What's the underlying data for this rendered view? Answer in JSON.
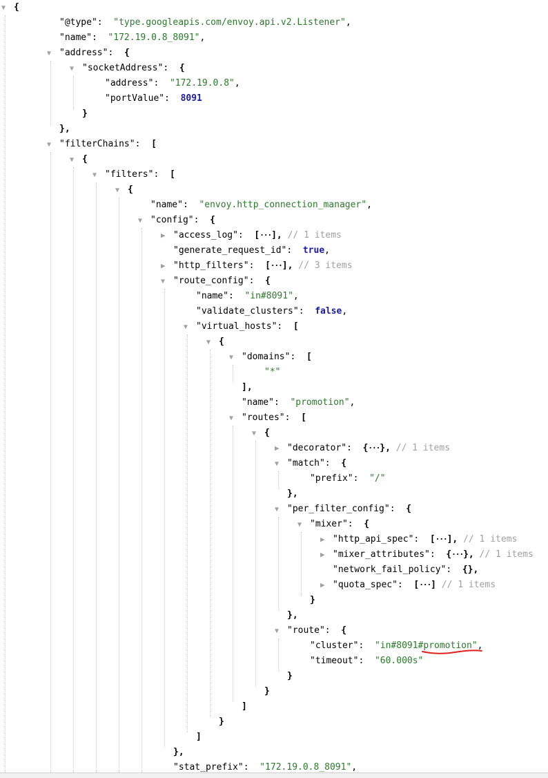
{
  "json_viewer": {
    "lines": [
      {
        "indent": 0,
        "toggle": "open",
        "parts": [
          {
            "t": "{",
            "c": "br"
          }
        ]
      },
      {
        "indent": 2,
        "parts": [
          {
            "t": "\"@type\"",
            "c": "key"
          },
          {
            "t": ":  ",
            "c": "p"
          },
          {
            "t": "\"type.googleapis.com/envoy.api.v2.Listener\"",
            "c": "str"
          },
          {
            "t": ",",
            "c": "p"
          }
        ]
      },
      {
        "indent": 2,
        "parts": [
          {
            "t": "\"name\"",
            "c": "key"
          },
          {
            "t": ":  ",
            "c": "p"
          },
          {
            "t": "\"172.19.0.8_8091\"",
            "c": "str"
          },
          {
            "t": ",",
            "c": "p"
          }
        ]
      },
      {
        "indent": 2,
        "toggle": "open",
        "parts": [
          {
            "t": "\"address\"",
            "c": "key"
          },
          {
            "t": ":  ",
            "c": "p"
          },
          {
            "t": "{",
            "c": "br"
          }
        ]
      },
      {
        "indent": 3,
        "toggle": "open",
        "parts": [
          {
            "t": "\"socketAddress\"",
            "c": "key"
          },
          {
            "t": ":  ",
            "c": "p"
          },
          {
            "t": "{",
            "c": "br"
          }
        ]
      },
      {
        "indent": 4,
        "parts": [
          {
            "t": "\"address\"",
            "c": "key"
          },
          {
            "t": ":  ",
            "c": "p"
          },
          {
            "t": "\"172.19.0.8\"",
            "c": "str"
          },
          {
            "t": ",",
            "c": "p"
          }
        ]
      },
      {
        "indent": 4,
        "parts": [
          {
            "t": "\"portValue\"",
            "c": "key"
          },
          {
            "t": ":  ",
            "c": "p"
          },
          {
            "t": "8091",
            "c": "num"
          }
        ]
      },
      {
        "indent": 3,
        "parts": [
          {
            "t": "}",
            "c": "br"
          }
        ]
      },
      {
        "indent": 2,
        "parts": [
          {
            "t": "},",
            "c": "br"
          }
        ]
      },
      {
        "indent": 2,
        "toggle": "open",
        "parts": [
          {
            "t": "\"filterChains\"",
            "c": "key"
          },
          {
            "t": ":  ",
            "c": "p"
          },
          {
            "t": "[",
            "c": "br"
          }
        ]
      },
      {
        "indent": 3,
        "toggle": "open",
        "parts": [
          {
            "t": "{",
            "c": "br"
          }
        ]
      },
      {
        "indent": 4,
        "toggle": "open",
        "parts": [
          {
            "t": "\"filters\"",
            "c": "key"
          },
          {
            "t": ":  ",
            "c": "p"
          },
          {
            "t": "[",
            "c": "br"
          }
        ]
      },
      {
        "indent": 5,
        "toggle": "open",
        "parts": [
          {
            "t": "{",
            "c": "br"
          }
        ]
      },
      {
        "indent": 6,
        "parts": [
          {
            "t": "\"name\"",
            "c": "key"
          },
          {
            "t": ":  ",
            "c": "p"
          },
          {
            "t": "\"envoy.http_connection_manager\"",
            "c": "str"
          },
          {
            "t": ",",
            "c": "p"
          }
        ]
      },
      {
        "indent": 6,
        "toggle": "open",
        "parts": [
          {
            "t": "\"config\"",
            "c": "key"
          },
          {
            "t": ":  ",
            "c": "p"
          },
          {
            "t": "{",
            "c": "br"
          }
        ]
      },
      {
        "indent": 7,
        "toggle": "closed",
        "parts": [
          {
            "t": "\"access_log\"",
            "c": "key"
          },
          {
            "t": ":  ",
            "c": "p"
          },
          {
            "t": "[",
            "c": "br"
          },
          {
            "t": "···",
            "c": "ell"
          },
          {
            "t": "],",
            "c": "br"
          },
          {
            "t": " // 1 items",
            "c": "cmt"
          }
        ]
      },
      {
        "indent": 7,
        "parts": [
          {
            "t": "\"generate_request_id\"",
            "c": "key"
          },
          {
            "t": ":  ",
            "c": "p"
          },
          {
            "t": "true",
            "c": "kw"
          },
          {
            "t": ",",
            "c": "p"
          }
        ]
      },
      {
        "indent": 7,
        "toggle": "closed",
        "parts": [
          {
            "t": "\"http_filters\"",
            "c": "key"
          },
          {
            "t": ":  ",
            "c": "p"
          },
          {
            "t": "[",
            "c": "br"
          },
          {
            "t": "···",
            "c": "ell"
          },
          {
            "t": "],",
            "c": "br"
          },
          {
            "t": " // 3 items",
            "c": "cmt"
          }
        ]
      },
      {
        "indent": 7,
        "toggle": "open",
        "parts": [
          {
            "t": "\"route_config\"",
            "c": "key"
          },
          {
            "t": ":  ",
            "c": "p"
          },
          {
            "t": "{",
            "c": "br"
          }
        ]
      },
      {
        "indent": 8,
        "parts": [
          {
            "t": "\"name\"",
            "c": "key"
          },
          {
            "t": ":  ",
            "c": "p"
          },
          {
            "t": "\"in#8091\"",
            "c": "str"
          },
          {
            "t": ",",
            "c": "p"
          }
        ]
      },
      {
        "indent": 8,
        "parts": [
          {
            "t": "\"validate_clusters\"",
            "c": "key"
          },
          {
            "t": ":  ",
            "c": "p"
          },
          {
            "t": "false",
            "c": "kw"
          },
          {
            "t": ",",
            "c": "p"
          }
        ]
      },
      {
        "indent": 8,
        "toggle": "open",
        "parts": [
          {
            "t": "\"virtual_hosts\"",
            "c": "key"
          },
          {
            "t": ":  ",
            "c": "p"
          },
          {
            "t": "[",
            "c": "br"
          }
        ]
      },
      {
        "indent": 9,
        "toggle": "open",
        "parts": [
          {
            "t": "{",
            "c": "br"
          }
        ]
      },
      {
        "indent": 10,
        "toggle": "open",
        "parts": [
          {
            "t": "\"domains\"",
            "c": "key"
          },
          {
            "t": ":  ",
            "c": "p"
          },
          {
            "t": "[",
            "c": "br"
          }
        ]
      },
      {
        "indent": 11,
        "parts": [
          {
            "t": "\"*\"",
            "c": "str"
          }
        ]
      },
      {
        "indent": 10,
        "parts": [
          {
            "t": "],",
            "c": "br"
          }
        ]
      },
      {
        "indent": 10,
        "parts": [
          {
            "t": "\"name\"",
            "c": "key"
          },
          {
            "t": ":  ",
            "c": "p"
          },
          {
            "t": "\"promotion\"",
            "c": "str"
          },
          {
            "t": ",",
            "c": "p"
          }
        ]
      },
      {
        "indent": 10,
        "toggle": "open",
        "parts": [
          {
            "t": "\"routes\"",
            "c": "key"
          },
          {
            "t": ":  ",
            "c": "p"
          },
          {
            "t": "[",
            "c": "br"
          }
        ]
      },
      {
        "indent": 11,
        "toggle": "open",
        "parts": [
          {
            "t": "{",
            "c": "br"
          }
        ]
      },
      {
        "indent": 12,
        "toggle": "closed",
        "parts": [
          {
            "t": "\"decorator\"",
            "c": "key"
          },
          {
            "t": ":  ",
            "c": "p"
          },
          {
            "t": "{",
            "c": "br"
          },
          {
            "t": "···",
            "c": "ell"
          },
          {
            "t": "},",
            "c": "br"
          },
          {
            "t": " // 1 items",
            "c": "cmt"
          }
        ]
      },
      {
        "indent": 12,
        "toggle": "open",
        "parts": [
          {
            "t": "\"match\"",
            "c": "key"
          },
          {
            "t": ":  ",
            "c": "p"
          },
          {
            "t": "{",
            "c": "br"
          }
        ]
      },
      {
        "indent": 13,
        "parts": [
          {
            "t": "\"prefix\"",
            "c": "key"
          },
          {
            "t": ":  ",
            "c": "p"
          },
          {
            "t": "\"/\"",
            "c": "str"
          }
        ]
      },
      {
        "indent": 12,
        "parts": [
          {
            "t": "},",
            "c": "br"
          }
        ]
      },
      {
        "indent": 12,
        "toggle": "open",
        "parts": [
          {
            "t": "\"per_filter_config\"",
            "c": "key"
          },
          {
            "t": ":  ",
            "c": "p"
          },
          {
            "t": "{",
            "c": "br"
          }
        ]
      },
      {
        "indent": 13,
        "toggle": "open",
        "parts": [
          {
            "t": "\"mixer\"",
            "c": "key"
          },
          {
            "t": ":  ",
            "c": "p"
          },
          {
            "t": "{",
            "c": "br"
          }
        ]
      },
      {
        "indent": 14,
        "toggle": "closed",
        "parts": [
          {
            "t": "\"http_api_spec\"",
            "c": "key"
          },
          {
            "t": ":  ",
            "c": "p"
          },
          {
            "t": "[",
            "c": "br"
          },
          {
            "t": "···",
            "c": "ell"
          },
          {
            "t": "],",
            "c": "br"
          },
          {
            "t": " // 1 items",
            "c": "cmt"
          }
        ]
      },
      {
        "indent": 14,
        "toggle": "closed",
        "parts": [
          {
            "t": "\"mixer_attributes\"",
            "c": "key"
          },
          {
            "t": ":  ",
            "c": "p"
          },
          {
            "t": "{",
            "c": "br"
          },
          {
            "t": "···",
            "c": "ell"
          },
          {
            "t": "},",
            "c": "br"
          },
          {
            "t": " // 1 items",
            "c": "cmt"
          }
        ]
      },
      {
        "indent": 14,
        "parts": [
          {
            "t": "\"network_fail_policy\"",
            "c": "key"
          },
          {
            "t": ":  ",
            "c": "p"
          },
          {
            "t": "{},",
            "c": "br"
          }
        ]
      },
      {
        "indent": 14,
        "toggle": "closed",
        "parts": [
          {
            "t": "\"quota_spec\"",
            "c": "key"
          },
          {
            "t": ":  ",
            "c": "p"
          },
          {
            "t": "[",
            "c": "br"
          },
          {
            "t": "···",
            "c": "ell"
          },
          {
            "t": "]",
            "c": "br"
          },
          {
            "t": " // 1 items",
            "c": "cmt"
          }
        ]
      },
      {
        "indent": 13,
        "parts": [
          {
            "t": "}",
            "c": "br"
          }
        ]
      },
      {
        "indent": 12,
        "parts": [
          {
            "t": "},",
            "c": "br"
          }
        ]
      },
      {
        "indent": 12,
        "toggle": "open",
        "parts": [
          {
            "t": "\"route\"",
            "c": "key"
          },
          {
            "t": ":  ",
            "c": "p"
          },
          {
            "t": "{",
            "c": "br"
          }
        ]
      },
      {
        "indent": 13,
        "parts": [
          {
            "t": "\"cluster\"",
            "c": "key"
          },
          {
            "t": ":  ",
            "c": "p"
          },
          {
            "t": "\"in#8091#promotion\"",
            "c": "str",
            "mark": true
          },
          {
            "t": ",",
            "c": "p"
          }
        ]
      },
      {
        "indent": 13,
        "parts": [
          {
            "t": "\"timeout\"",
            "c": "key"
          },
          {
            "t": ":  ",
            "c": "p"
          },
          {
            "t": "\"60.000s\"",
            "c": "str"
          }
        ]
      },
      {
        "indent": 12,
        "parts": [
          {
            "t": "}",
            "c": "br"
          }
        ]
      },
      {
        "indent": 11,
        "parts": [
          {
            "t": "}",
            "c": "br"
          }
        ]
      },
      {
        "indent": 10,
        "parts": [
          {
            "t": "]",
            "c": "br"
          }
        ]
      },
      {
        "indent": 9,
        "parts": [
          {
            "t": "}",
            "c": "br"
          }
        ]
      },
      {
        "indent": 8,
        "parts": [
          {
            "t": "]",
            "c": "br"
          }
        ]
      },
      {
        "indent": 7,
        "parts": [
          {
            "t": "},",
            "c": "br"
          }
        ]
      },
      {
        "indent": 7,
        "parts": [
          {
            "t": "\"stat_prefix\"",
            "c": "key"
          },
          {
            "t": ":  ",
            "c": "p"
          },
          {
            "t": "\"172.19.0.8_8091\"",
            "c": "str"
          },
          {
            "t": ",",
            "c": "p"
          }
        ]
      }
    ],
    "annotation": {
      "color": "#e0201a"
    }
  }
}
